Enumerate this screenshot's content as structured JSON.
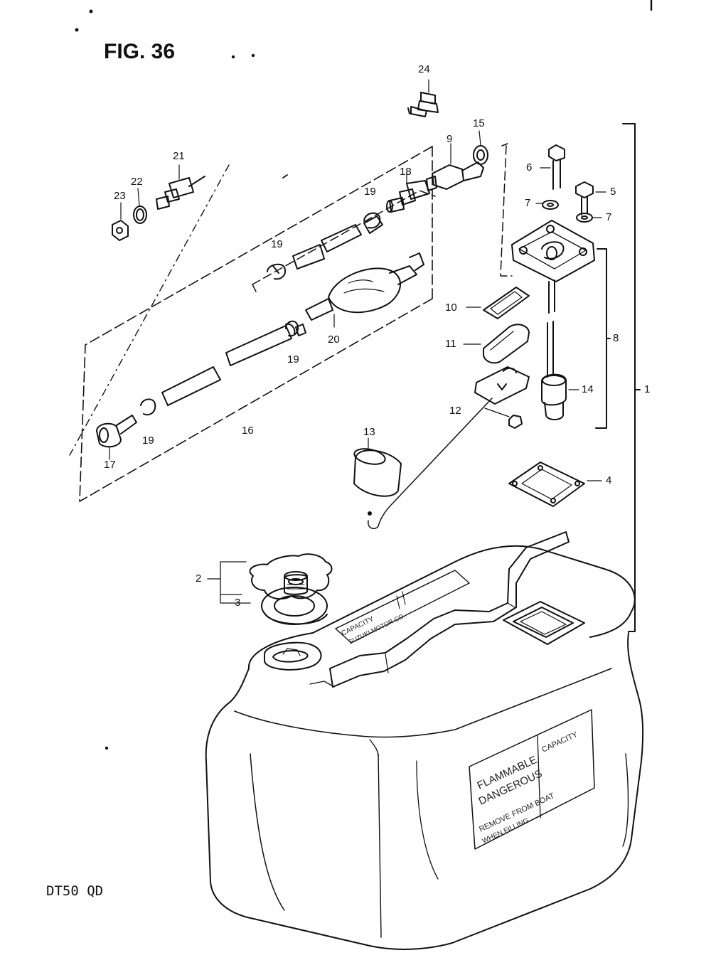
{
  "figure": {
    "title": "FIG. 36",
    "model_code": "DT50 QD"
  },
  "callouts": [
    "1",
    "2",
    "3",
    "4",
    "5",
    "6",
    "7",
    "7",
    "8",
    "9",
    "10",
    "11",
    "12",
    "13",
    "14",
    "15",
    "16",
    "17",
    "18",
    "19",
    "19",
    "19",
    "19",
    "20",
    "21",
    "22",
    "23",
    "24"
  ],
  "tank_labels": {
    "left_panel": [
      "FLAMMABLE",
      "DANGEROUS",
      "REMOVE FROM BOAT",
      "WHEN FILLING"
    ],
    "right_panel": [
      "CAPACITY"
    ],
    "top_plate": [
      "CAPACITY",
      "SUZUKI MOTOR CO."
    ]
  },
  "colors": {
    "ink": "#111111",
    "paper": "#ffffff"
  }
}
